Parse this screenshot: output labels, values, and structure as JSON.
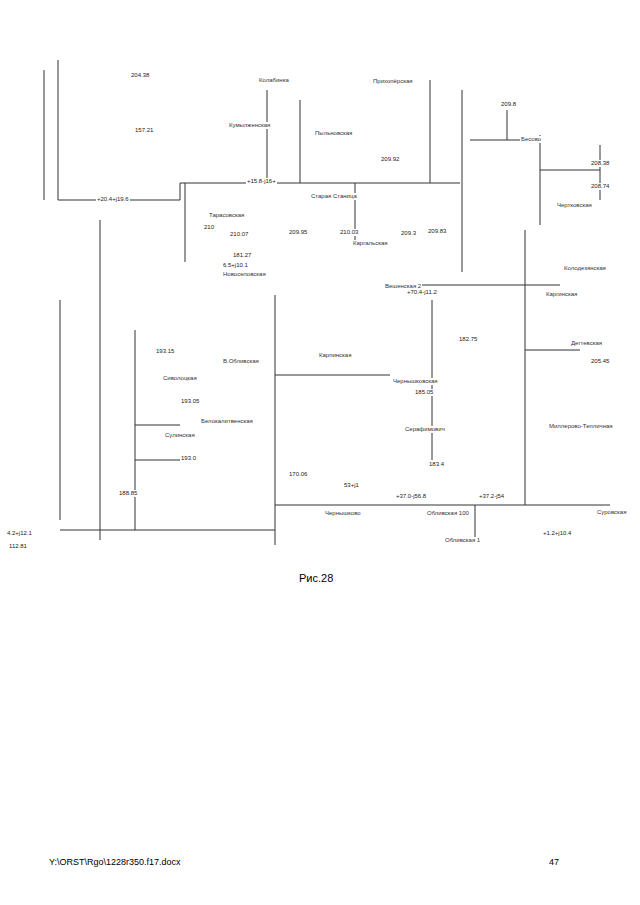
{
  "diagram": {
    "caption": "Рис.28",
    "labels": [
      "Y:\\ORST\\Rgo\\1228r350.f17.docx",
      "47",
      "Колабинка",
      "Кумылженская",
      "Прихопёрская",
      "Пыльновская",
      "Бесово",
      "Чертковская",
      "Тарасовская",
      "Новоселовская",
      "Старая Станица",
      "Каргальская",
      "Вешенская 2",
      "Колодезянская",
      "Каргинская",
      "Дегтевская",
      "Миллерово-Тепличная",
      "В.Обливская",
      "Карпинская",
      "Чернышковская",
      "Белокалитвенская",
      "Сиволоцкая",
      "Сулинская",
      "Серафимович",
      "Чернышково",
      "Обливская 100",
      "Обливская 1",
      "Суровская",
      "204.38",
      "157.21",
      "210",
      "210.07",
      "181.27",
      "209.95",
      "210.03",
      "209.3",
      "209.83",
      "209.92",
      "209.8",
      "208.38",
      "208.74",
      "193.15",
      "193.05",
      "193.0",
      "188.85",
      "112.81",
      "182.75",
      "185.05",
      "183.4",
      "205.45",
      "170.06",
      "4.2+j12.1",
      "53+j1",
      "+20.4+j19.6",
      "+15.8-j16+",
      "+70.4-j11.2",
      "6.5+j10.1",
      "+37.0-j56.8",
      "+37.2-j54",
      "+1.2+j10.4"
    ]
  }
}
